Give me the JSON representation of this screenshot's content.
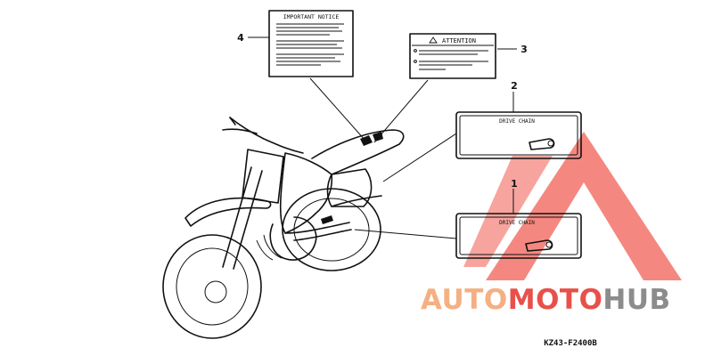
{
  "labels": {
    "important_notice": "IMPORTANT NOTICE",
    "attention": "ATTENTION",
    "drive_chain_upper": "DRIVE CHAIN",
    "drive_chain_lower": "DRIVE CHAIN"
  },
  "callouts": {
    "c1": "1",
    "c2": "2",
    "c3": "3",
    "c4": "4"
  },
  "part_code": "KZ43-F2400B",
  "watermark": {
    "word_auto": "AUTO",
    "word_moto": "MOTO",
    "word_hub": "HUB",
    "color_orange": "#f4b083",
    "color_red": "#e8504a",
    "color_gray": "#8c8c8c"
  }
}
